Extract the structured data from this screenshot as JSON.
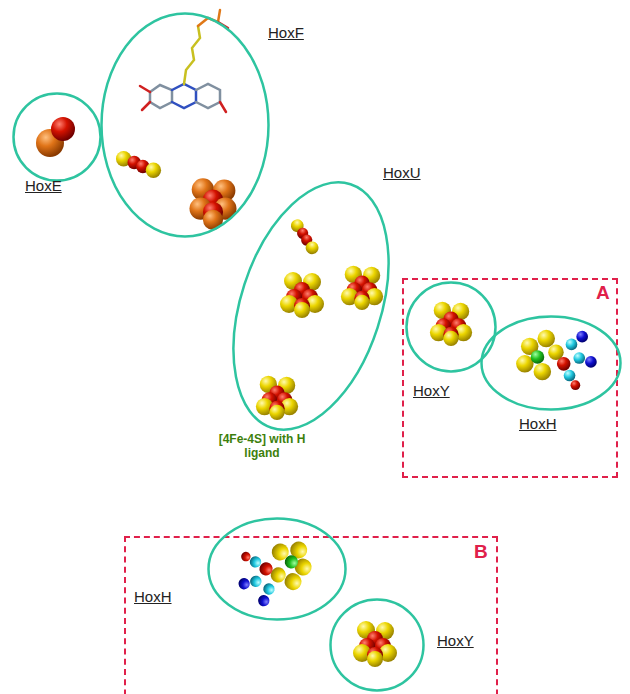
{
  "diagram": {
    "nodes": [
      {
        "text": [
          "HoxE"
        ]
      },
      {
        "text": [
          "HoxF"
        ]
      },
      {
        "text": [
          "HoxU"
        ]
      },
      {
        "text": [
          "A"
        ]
      },
      {
        "text": [
          "HoxY"
        ],
        "in": 3
      },
      {
        "text": [
          "HoxH"
        ],
        "in": 3
      },
      {
        "text": [
          "B"
        ]
      },
      {
        "text": [
          "HoxH"
        ],
        "in": 6
      },
      {
        "text": [
          "HoxY"
        ],
        "in": 6
      }
    ],
    "labels": [
      "[4Fe-4S] with H ligand"
    ]
  }
}
